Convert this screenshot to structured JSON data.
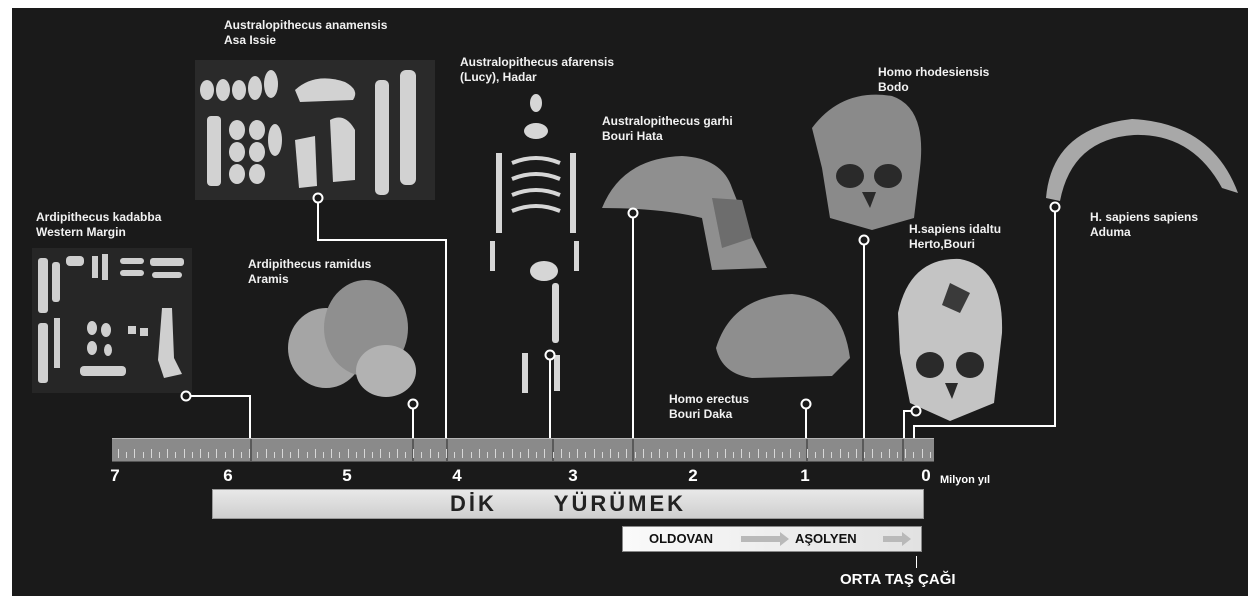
{
  "figure": {
    "species": [
      {
        "name": "Ardipithecus kadabba",
        "site": "Western Margin"
      },
      {
        "name": "Australopithecus anamensis",
        "site": "Asa Issie"
      },
      {
        "name": "Australopithecus afarensis",
        "site": "(Lucy), Hadar"
      },
      {
        "name": "Australopithecus garhi",
        "site": "Bouri Hata"
      },
      {
        "name": "Homo rhodesiensis",
        "site": "Bodo"
      },
      {
        "name": "Ardipithecus ramidus",
        "site": "Aramis"
      },
      {
        "name": "H. sapiens sapiens",
        "site": "Aduma"
      },
      {
        "name": "H.sapiens idaltu",
        "site": "Herto,Bouri"
      },
      {
        "name": "Homo erectus",
        "site": "Bouri Daka"
      }
    ],
    "axis": {
      "ticks": [
        "7",
        "6",
        "5",
        "4",
        "3",
        "2",
        "1",
        "0"
      ],
      "unit": "Milyon yıl"
    },
    "bands": {
      "walking": "DİK   YÜRÜMEK",
      "stone_left": "OLDOVAN",
      "stone_right": "AŞOLYEN",
      "middle_stone_age": "ORTA TAŞ ÇAĞI"
    }
  }
}
